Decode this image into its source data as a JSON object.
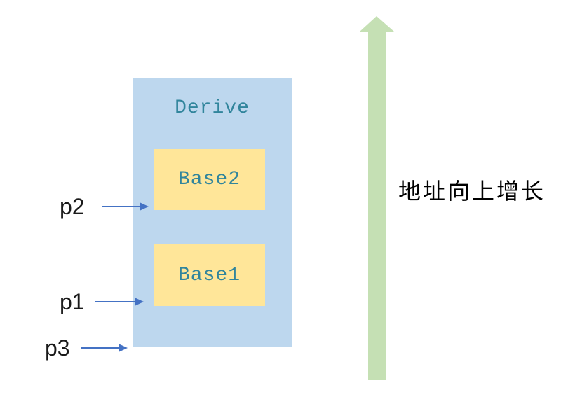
{
  "diagram": {
    "derive": {
      "label": "Derive",
      "members": [
        {
          "label": "Base2"
        },
        {
          "label": "Base1"
        }
      ]
    },
    "pointers": [
      {
        "label": "p2",
        "points_to": "Base2"
      },
      {
        "label": "p1",
        "points_to": "Base1"
      },
      {
        "label": "p3",
        "points_to": "Derive bottom"
      }
    ],
    "axis": {
      "label": "地址向上增长",
      "direction": "up"
    },
    "colors": {
      "derive_box": "#BDD7EE",
      "base_box": "#FFE699",
      "box_text": "#31859C",
      "pointer_arrow": "#4472C4",
      "axis_arrow": "#C5E0B4",
      "label_text": "#000000"
    }
  }
}
